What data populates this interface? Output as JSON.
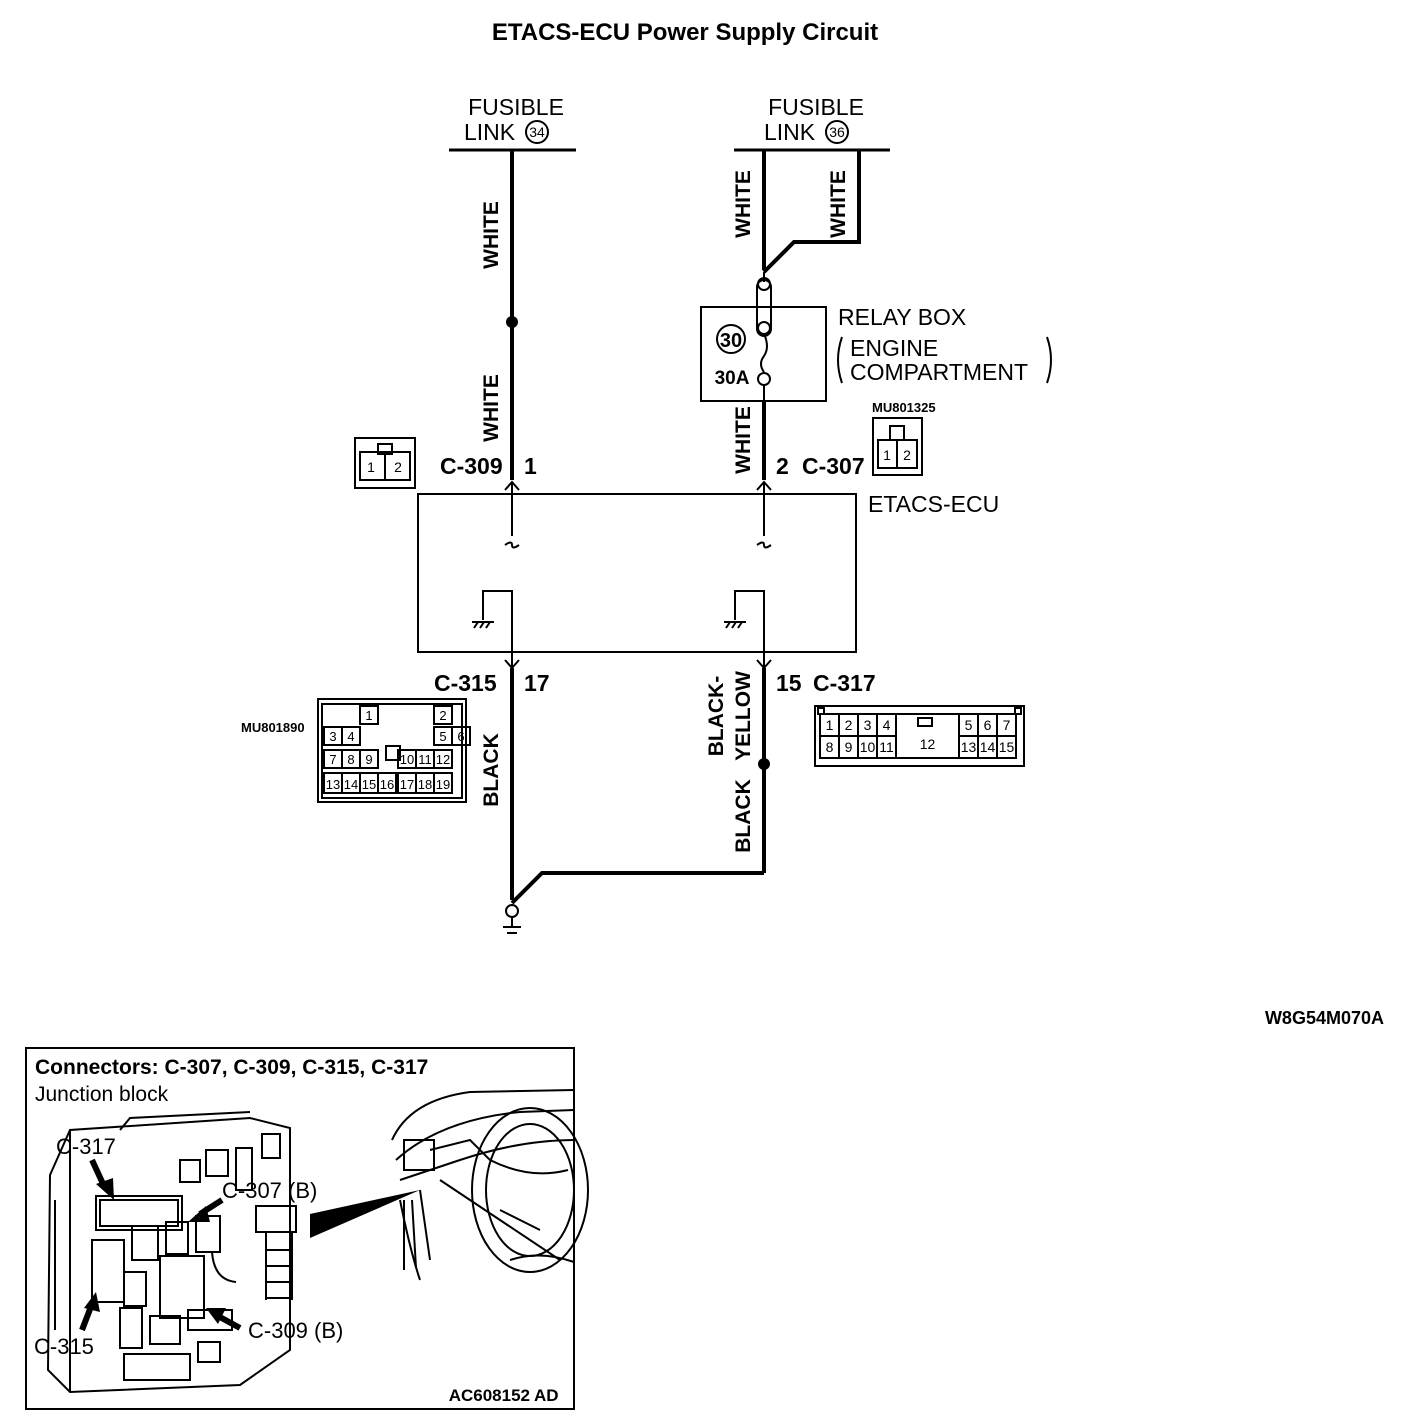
{
  "title": "ETACS-ECU Power Supply Circuit",
  "fusible_links": [
    {
      "text": "FUSIBLE",
      "text2": "LINK",
      "number": "34"
    },
    {
      "text": "FUSIBLE",
      "text2": "LINK",
      "number": "36"
    }
  ],
  "wire_colors": {
    "w1": "WHITE",
    "w2": "WHITE",
    "w3": "WHITE",
    "w4": "WHITE",
    "w5": "WHITE",
    "black_yellow_1": "BLACK-",
    "black_yellow_2": "YELLOW",
    "black1": "BLACK",
    "black2": "BLACK"
  },
  "relay_box": {
    "title": "RELAY BOX",
    "sub1": "ENGINE",
    "sub2": "COMPARTMENT",
    "fuse_number": "30",
    "fuse_rating": "30A"
  },
  "ecu": {
    "name": "ETACS-ECU"
  },
  "connectors": {
    "c309": {
      "name": "C-309",
      "pin": "1",
      "pins": [
        "1",
        "2"
      ]
    },
    "c307": {
      "name": "C-307",
      "pin": "2",
      "part": "MU801325",
      "pins": [
        "1",
        "2"
      ]
    },
    "c315": {
      "name": "C-315",
      "pin": "17",
      "part": "MU801890",
      "pins": [
        "1",
        "2",
        "3",
        "4",
        "5",
        "6",
        "7",
        "8",
        "9",
        "10",
        "11",
        "12",
        "13",
        "14",
        "15",
        "16",
        "17",
        "18",
        "19"
      ]
    },
    "c317": {
      "name": "C-317",
      "pin": "15",
      "pins": [
        "1",
        "2",
        "3",
        "4",
        "5",
        "6",
        "7",
        "8",
        "9",
        "10",
        "11",
        "12",
        "13",
        "14",
        "15"
      ]
    }
  },
  "diagram_code": "W8G54M070A",
  "inset": {
    "title": "Connectors: C-307, C-309, C-315, C-317",
    "subtitle": "Junction block",
    "labels": {
      "c317": "C-317",
      "c307": "C-307 (B)",
      "c315": "C-315",
      "c309": "C-309 (B)"
    },
    "code": "AC608152",
    "code_suffix": "AD"
  }
}
